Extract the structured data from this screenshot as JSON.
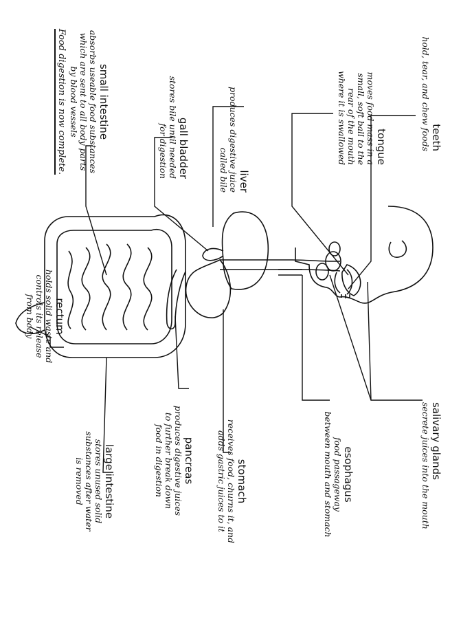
{
  "labels": {
    "teeth": {
      "term": "teeth",
      "desc": "hold, tear, and chew foods"
    },
    "tongue": {
      "term": "tongue",
      "desc": [
        "moves food mass in a",
        "small, soft ball to the",
        "rear of the mouth",
        "where it is swallowed"
      ]
    },
    "liver": {
      "term": "liver",
      "desc": [
        "produces digestive juice",
        "called bile"
      ]
    },
    "gall_bladder": {
      "term": "gall bladder",
      "desc": [
        "stores bile until needed",
        "for digestion"
      ]
    },
    "small_intestine": {
      "term": "small intestine",
      "desc": [
        "absorbs useable food substances",
        "which are sent to all body parts",
        "by blood vessels"
      ],
      "final": "Food digestion is now complete."
    },
    "rectum": {
      "term": "rectum",
      "desc": [
        "holds solid waste and",
        "controls its release",
        "from body"
      ]
    },
    "salivary_glands": {
      "term": "salivary glands",
      "desc": "secrete juices into the mouth"
    },
    "esophagus": {
      "term": "esophagus",
      "desc": [
        "food passageway",
        "between mouth and stomach"
      ]
    },
    "stomach": {
      "term": "stomach",
      "desc": [
        "receives food, churns it, and",
        "adds gastric juices to it"
      ]
    },
    "pancreas": {
      "term": "pancreas",
      "desc": [
        "produces digestive juices",
        "to further break down",
        "food in digestion"
      ]
    },
    "large_intestine": {
      "term": "large intestine",
      "desc": [
        "stores unused solid",
        "substances after water",
        "is removed"
      ]
    }
  }
}
